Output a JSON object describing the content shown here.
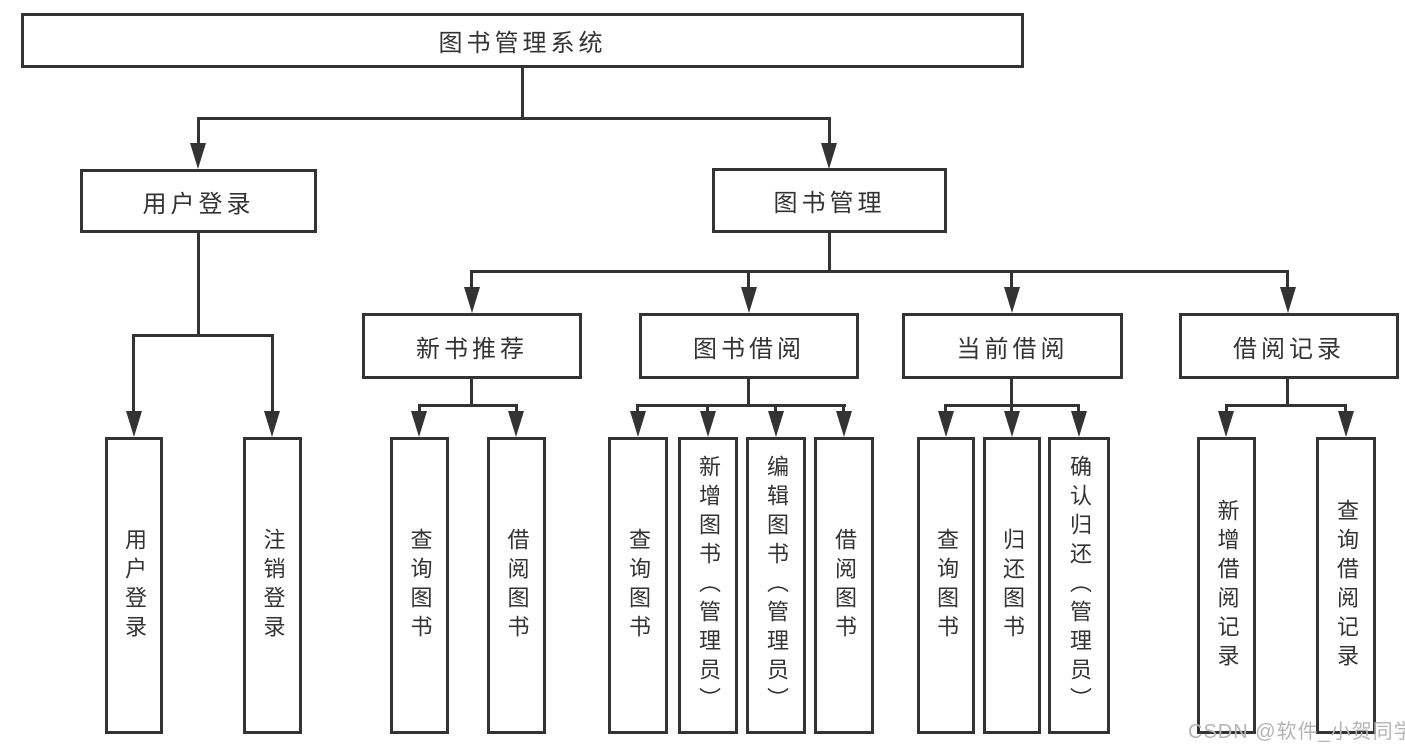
{
  "tree": {
    "root": {
      "label": "图书管理系统"
    },
    "children": [
      {
        "label": "用户登录",
        "children": [
          {
            "label": "用户登录"
          },
          {
            "label": "注销登录"
          }
        ]
      },
      {
        "label": "图书管理",
        "children": [
          {
            "label": "新书推荐",
            "children": [
              {
                "label": "查询图书"
              },
              {
                "label": "借阅图书"
              }
            ]
          },
          {
            "label": "图书借阅",
            "children": [
              {
                "label": "查询图书"
              },
              {
                "label": "新增图书（管理员）"
              },
              {
                "label": "编辑图书（管理员）"
              },
              {
                "label": "借阅图书"
              }
            ]
          },
          {
            "label": "当前借阅",
            "children": [
              {
                "label": "查询图书"
              },
              {
                "label": "归还图书"
              },
              {
                "label": "确认归还（管理员）"
              }
            ]
          },
          {
            "label": "借阅记录",
            "children": [
              {
                "label": "新增借阅记录"
              },
              {
                "label": "查询借阅记录"
              }
            ]
          }
        ]
      }
    ]
  },
  "watermark": {
    "text": "CSDN @软件_小贺同学"
  },
  "colors": {
    "line": "#333333",
    "border": "#333333",
    "text": "#333333",
    "watermark": "#b5b5b5",
    "background": "#ffffff"
  }
}
